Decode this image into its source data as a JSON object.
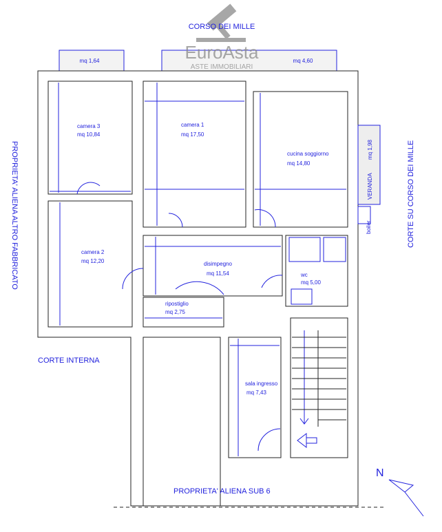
{
  "street_top": "CORSO DEI MILLE",
  "left_side": "PROPRIETA' ALIENA ALTRO FABBRICATO",
  "right_side": "CORTE SU CORSO DEI MILLE",
  "court_internal": "CORTE INTERNA",
  "bottom_property": "PROPRIETA' ALIENA SUB 6",
  "north": "N",
  "watermark": {
    "brand": "EuroAsta",
    "tagline": "ASTE IMMOBILIARI"
  },
  "balconies": [
    {
      "area": "mq 1,64"
    },
    {
      "area": "mq 4,60"
    }
  ],
  "veranda": {
    "name": "VERANDA",
    "area": "mq 1,98"
  },
  "boiler": "boiler",
  "rooms": [
    {
      "name": "camera 3",
      "area": "mq 10,84"
    },
    {
      "name": "camera 1",
      "area": "mq 17,50"
    },
    {
      "name": "cucina soggiorno",
      "area": "mq 14,80"
    },
    {
      "name": "camera 2",
      "area": "mq 12,20"
    },
    {
      "name": "disimpegno",
      "area": "mq 11,54"
    },
    {
      "name": "ripostiglio",
      "area": "mq 2,75"
    },
    {
      "name": "wc",
      "area": "mq 5,00"
    },
    {
      "name": "sala ingresso",
      "area": "mq 7,43"
    }
  ]
}
